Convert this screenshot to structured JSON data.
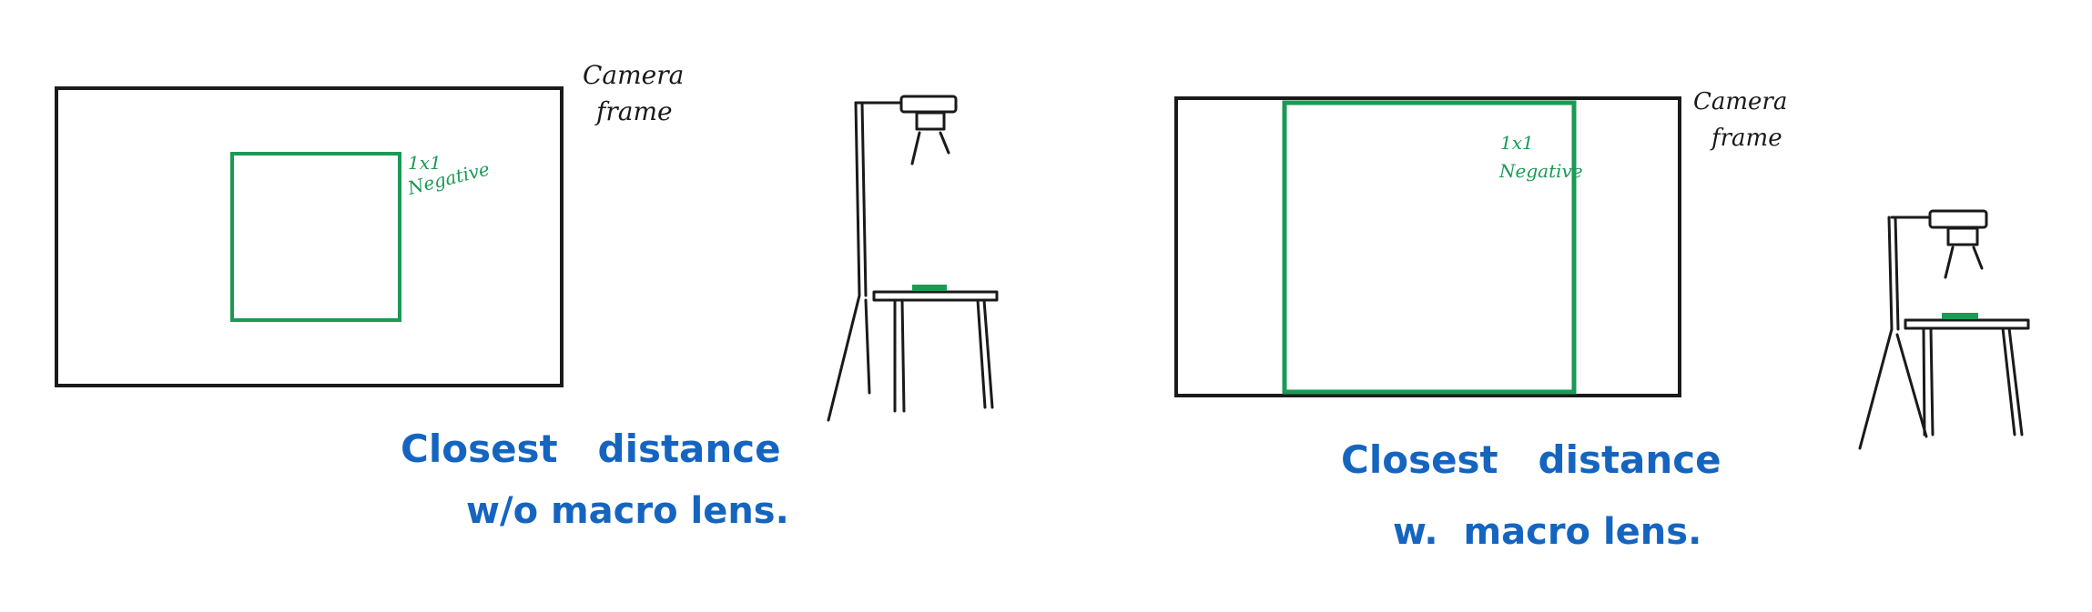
{
  "colors": {
    "ink": "#1a1a1a",
    "negative": "#1a9a55",
    "caption": "#1565c0"
  },
  "panels": [
    {
      "camera_frame_label_line1": "Camera",
      "camera_frame_label_line2": "frame",
      "negative_label_line1": "1x1",
      "negative_label_line2": "Negative",
      "caption_line1": "Closest   distance",
      "caption_line2": "w/o macro lens."
    },
    {
      "camera_frame_label_line1": "Camera",
      "camera_frame_label_line2": "frame",
      "negative_label_line1": "1x1",
      "negative_label_line2": "Negative",
      "caption_line1": "Closest   distance",
      "caption_line2": "w.  macro lens."
    }
  ]
}
